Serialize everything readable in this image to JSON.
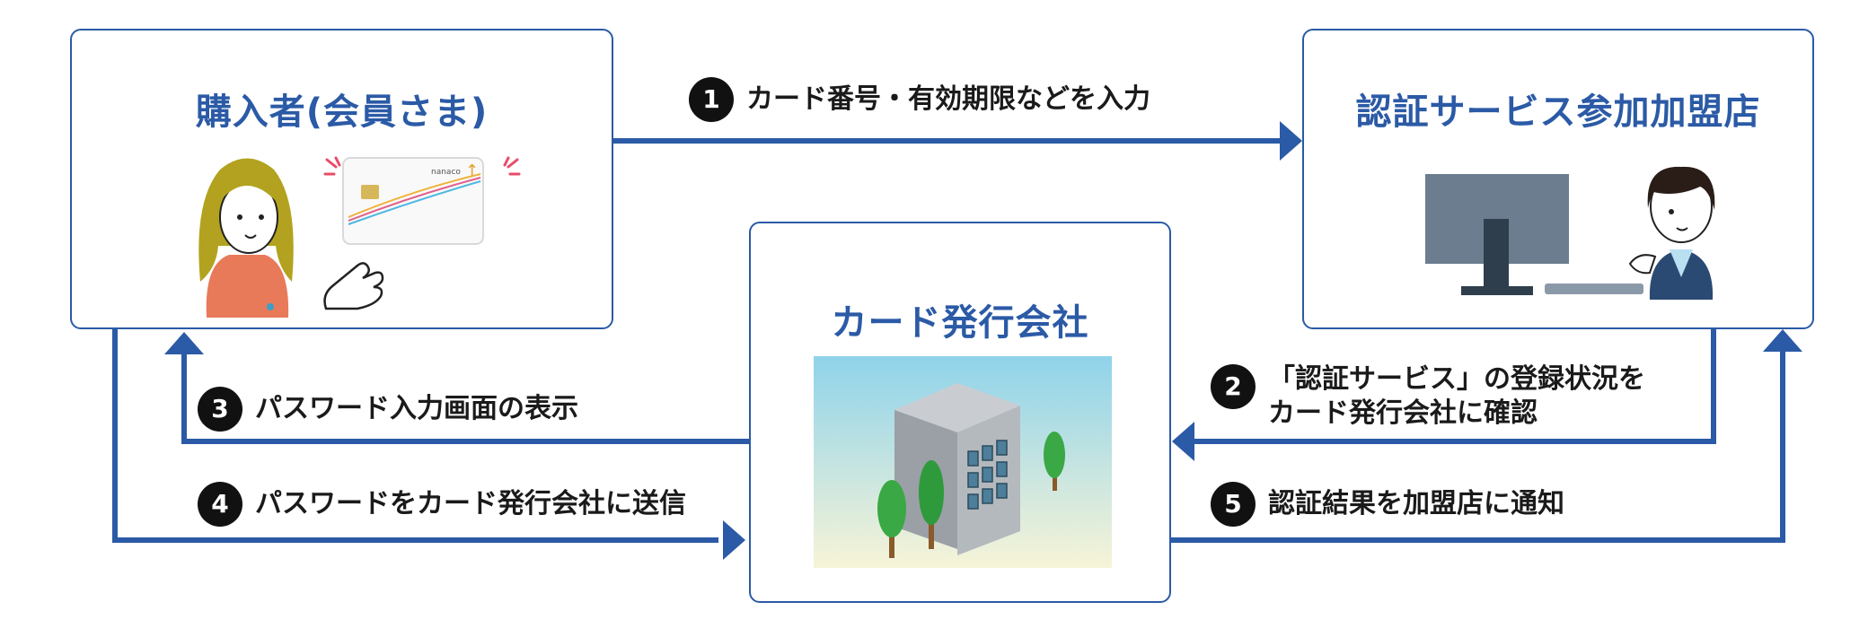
{
  "nodes": {
    "purchaser": {
      "title": "購入者(会員さま)"
    },
    "merchant": {
      "title": "認証サービス参加加盟店"
    },
    "issuer": {
      "title": "カード発行会社"
    }
  },
  "card": {
    "brand": "nanaco"
  },
  "steps": [
    {
      "num": "1",
      "lines": [
        "カード番号・有効期限などを入力"
      ]
    },
    {
      "num": "2",
      "lines": [
        "「認証サービス」の登録状況を",
        "カード発行会社に確認"
      ]
    },
    {
      "num": "3",
      "lines": [
        "パスワード入力画面の表示"
      ]
    },
    {
      "num": "4",
      "lines": [
        "パスワードをカード発行会社に送信"
      ]
    },
    {
      "num": "5",
      "lines": [
        "認証結果を加盟店に通知"
      ]
    }
  ],
  "colors": {
    "accent": "#2b5aa6",
    "badge": "#111111"
  }
}
